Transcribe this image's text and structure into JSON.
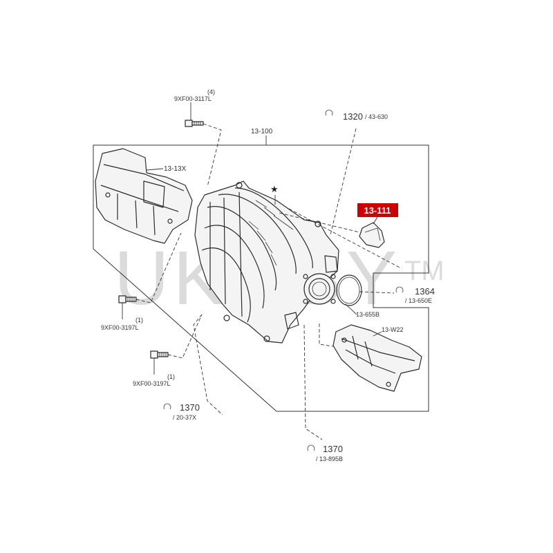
{
  "watermark": {
    "text": "UKOBY",
    "mark": "TM"
  },
  "labels": {
    "assembly": "13-100",
    "bolt_top_qty": "(4)",
    "bolt_top_code": "9XF00-3117L",
    "cover_left": "13-13X",
    "highlighted_part": "13-111",
    "ref_top_num": "1320",
    "ref_top_sub": "/ 43-630",
    "ref_right_num": "1364",
    "ref_right_sub": "/ 13-650E",
    "gasket": "13-655B",
    "cover_right": "13-W22",
    "bolt_mid_qty": "(1)",
    "bolt_mid_code": "9XF00-3197L",
    "bolt_low_qty": "(1)",
    "bolt_low_code": "9XF00-3197L",
    "ref_bl_num": "1370",
    "ref_bl_sub": "/ 20-37X",
    "ref_bottom_num": "1370",
    "ref_bottom_sub": "/ 13-895B",
    "star": "★"
  },
  "colors": {
    "highlight": "#cc0000",
    "line": "#333333",
    "watermark": "#9a9a9a"
  }
}
